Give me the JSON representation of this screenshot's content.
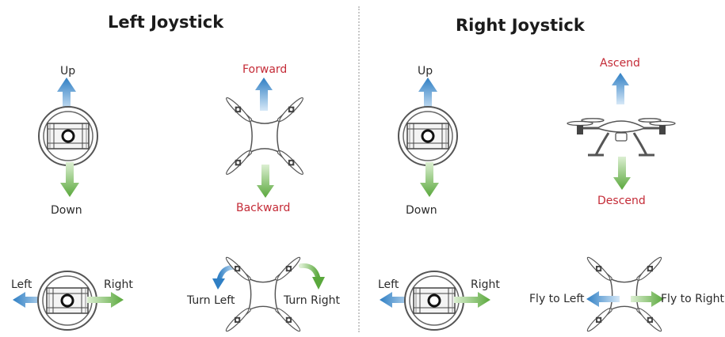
{
  "left": {
    "title": "Left Joystick",
    "up": "Up",
    "down": "Down",
    "forward": "Forward",
    "backward": "Backward",
    "left": "Left",
    "right": "Right",
    "turn_left": "Turn Left",
    "turn_right": "Turn Right"
  },
  "right": {
    "title": "Right Joystick",
    "up": "Up",
    "down": "Down",
    "ascend": "Ascend",
    "descend": "Descend",
    "left": "Left",
    "right": "Right",
    "fly_left": "Fly to Left",
    "fly_right": "Fly to Right"
  },
  "colors": {
    "blue_arrow": "#4a93cf",
    "green_arrow": "#7cbd5e",
    "red_label": "#c42b37",
    "text": "#2b2b2b"
  }
}
